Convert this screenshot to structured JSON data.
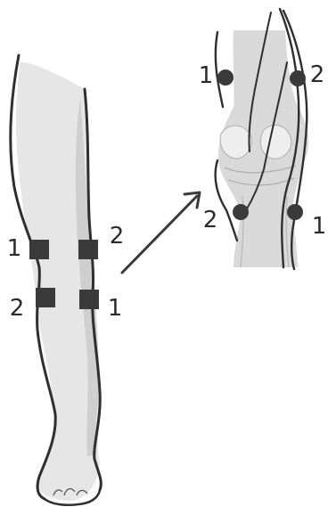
{
  "electrode_labels": {
    "leg_upper_left": "1",
    "leg_upper_right": "2",
    "leg_lower_left": "2",
    "leg_lower_right": "1",
    "knee_upper_left": "1",
    "knee_upper_right": "2",
    "knee_lower_left": "2",
    "knee_lower_right": "1"
  },
  "colors": {
    "outline": "#2f2f2f",
    "shade": "#d6d6d6",
    "electrode": "#3a3a3a",
    "arrow": "#3a3a3a"
  }
}
